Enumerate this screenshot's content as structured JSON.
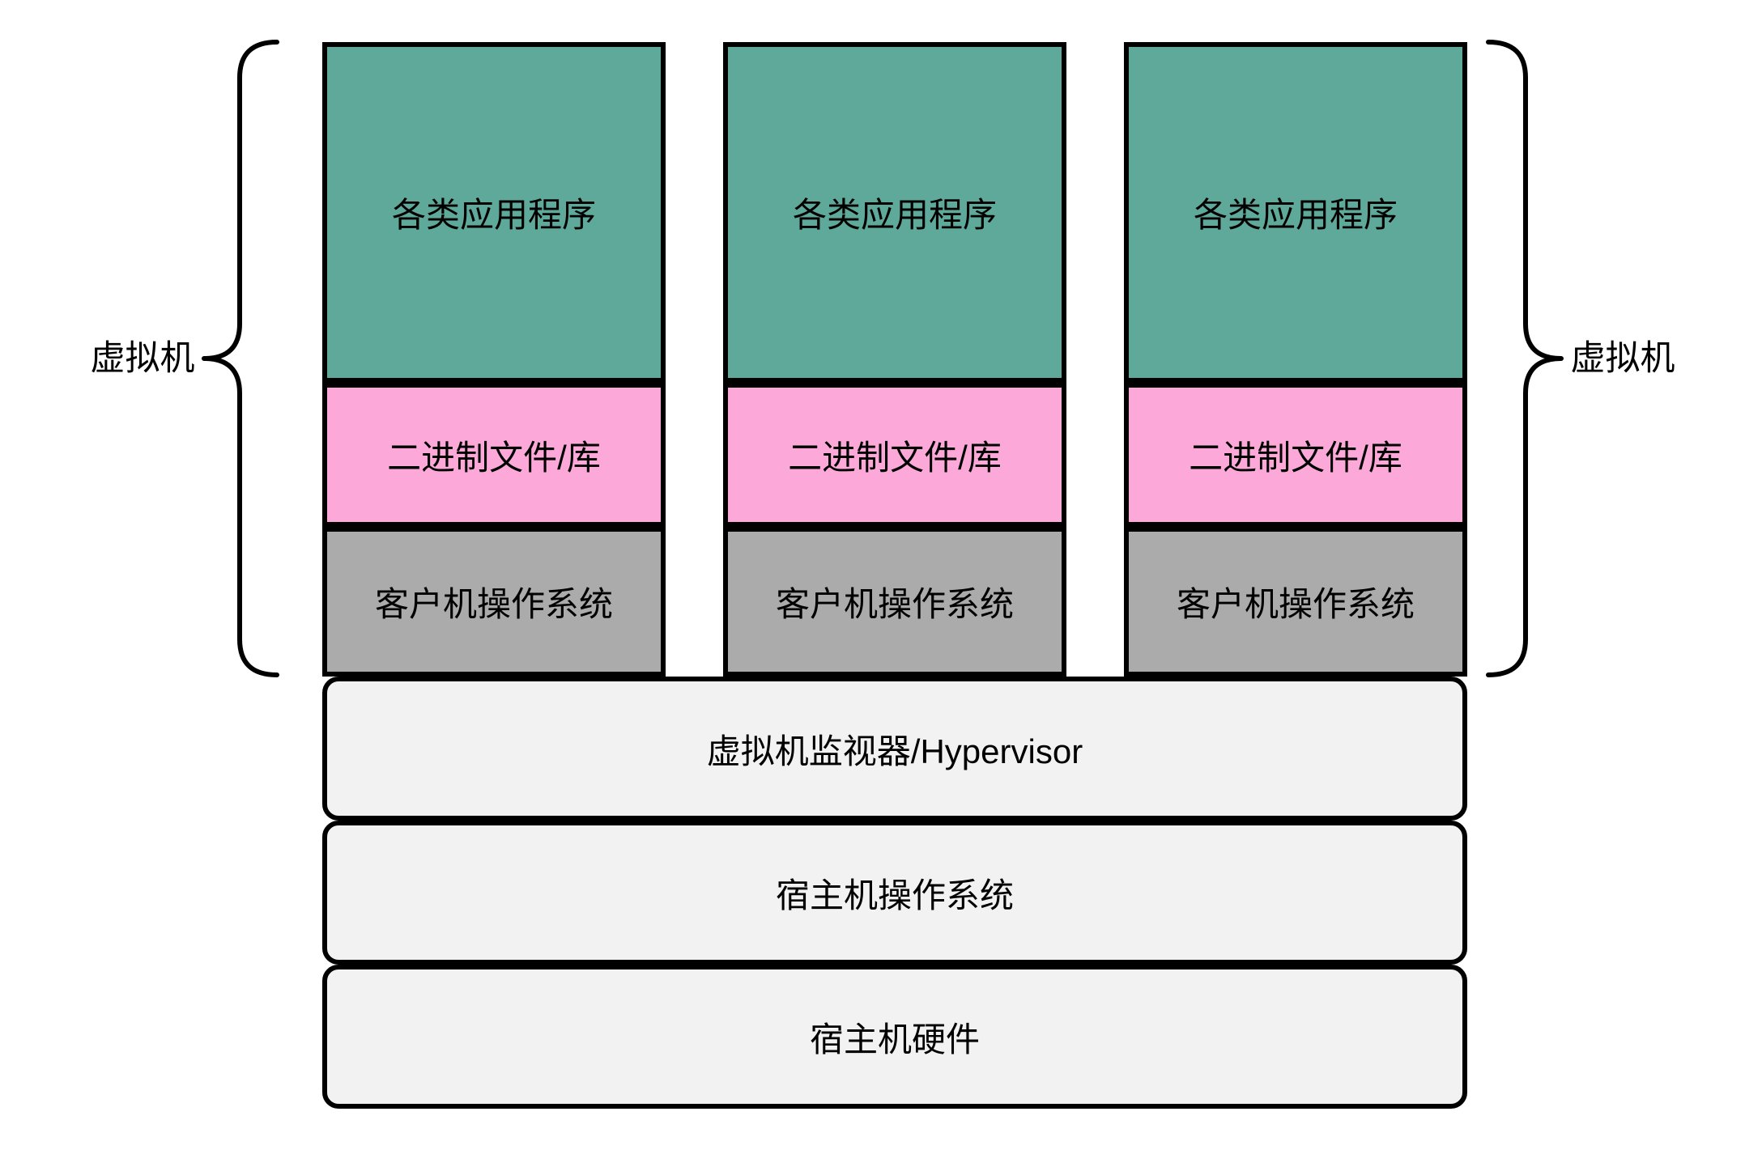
{
  "diagram": {
    "brace_labels": {
      "left": "虚拟机",
      "right": "虚拟机"
    },
    "vms": [
      {
        "app": "各类应用程序",
        "bins": "二进制文件/库",
        "guest_os": "客户机操作系统"
      },
      {
        "app": "各类应用程序",
        "bins": "二进制文件/库",
        "guest_os": "客户机操作系统"
      },
      {
        "app": "各类应用程序",
        "bins": "二进制文件/库",
        "guest_os": "客户机操作系统"
      }
    ],
    "layers": [
      {
        "label": "虚拟机监视器/Hypervisor"
      },
      {
        "label": "宿主机操作系统"
      },
      {
        "label": "宿主机硬件"
      }
    ],
    "colors": {
      "apps_fill": "#5FA99B",
      "binaries_fill": "#FCA9DA",
      "guest_os_fill": "#ABABAB",
      "layer_fill": "#F2F2F2",
      "border": "#000000",
      "text": "#000000",
      "background": "#FFFFFF"
    }
  }
}
